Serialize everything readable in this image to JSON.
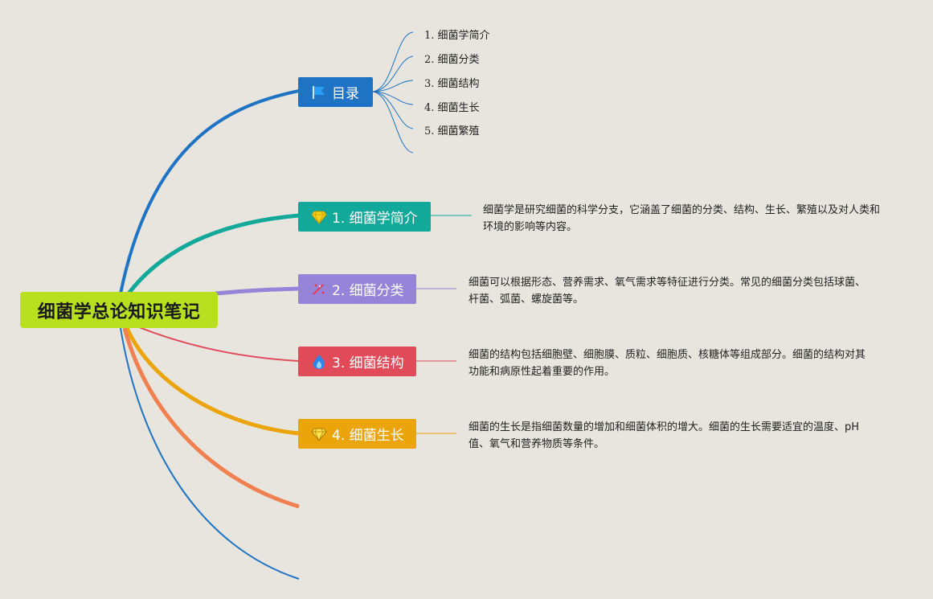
{
  "root": {
    "title": "细菌学总论知识笔记"
  },
  "toc": {
    "label": "目录",
    "items": [
      "1. 细菌学简介",
      "2. 细菌分类",
      "3. 细菌结构",
      "4. 细菌生长",
      "5. 细菌繁殖"
    ]
  },
  "topics": [
    {
      "label": "1. 细菌学简介",
      "icon": "diamond-icon",
      "color": "#12a89a",
      "desc": "细菌学是研究细菌的科学分支，它涵盖了细菌的分类、结构、生长、繁殖以及对人类和环境的影响等内容。"
    },
    {
      "label": "2. 细菌分类",
      "icon": "sparkle-icon",
      "color": "#9584d7",
      "desc": "细菌可以根据形态、营养需求、氧气需求等特征进行分类。常见的细菌分类包括球菌、杆菌、弧菌、螺旋菌等。"
    },
    {
      "label": "3. 细菌结构",
      "icon": "flame-icon",
      "color": "#e04a59",
      "desc": "细菌的结构包括细胞壁、细胞膜、质粒、细胞质、核糖体等组成部分。细菌的结构对其功能和病原性起着重要的作用。"
    },
    {
      "label": "4. 细菌生长",
      "icon": "diamond-icon",
      "color": "#eba40a",
      "desc": "细菌的生长是指细菌数量的增加和细菌体积的增大。细菌的生长需要适宜的温度、pH值、氧气和营养物质等条件。"
    }
  ],
  "colors": {
    "background": "#e8e5df",
    "root": "#b8e01f",
    "toc": "#1e73c4",
    "branch_orange": "#f08050",
    "branch_blue": "#1e73c4"
  }
}
